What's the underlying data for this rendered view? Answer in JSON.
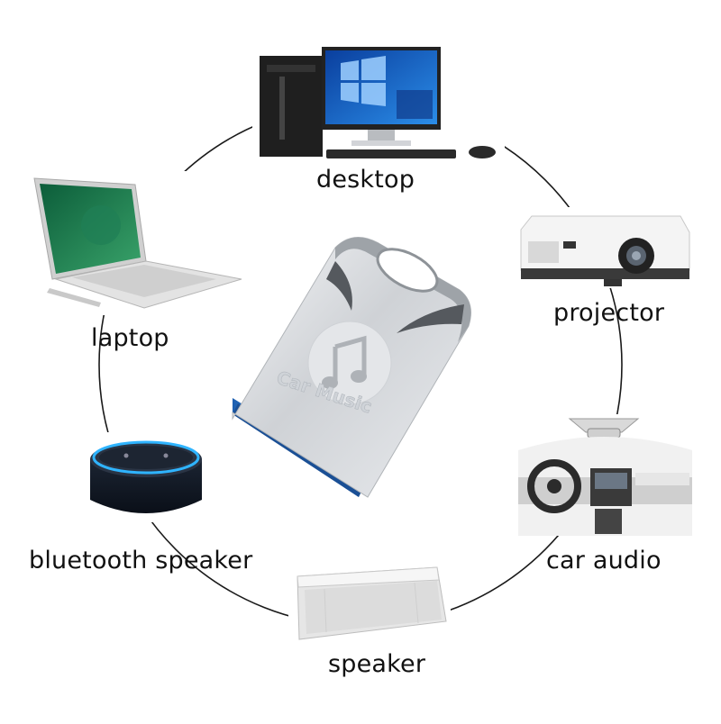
{
  "center_device": {
    "name": "usb-flash-drive",
    "engraving": "Car Music",
    "icon": "music-note-icon"
  },
  "devices": [
    {
      "id": "desktop",
      "label": "desktop",
      "icon": "desktop-computer-icon"
    },
    {
      "id": "projector",
      "label": "projector",
      "icon": "projector-icon"
    },
    {
      "id": "car-audio",
      "label": "car audio",
      "icon": "car-dashboard-icon"
    },
    {
      "id": "speaker",
      "label": "speaker",
      "icon": "speaker-icon"
    },
    {
      "id": "bluetooth-speaker",
      "label": "bluetooth speaker",
      "icon": "smart-speaker-icon"
    },
    {
      "id": "laptop",
      "label": "laptop",
      "icon": "laptop-icon"
    }
  ],
  "colors": {
    "background": "#ffffff",
    "ring": "#1a1a1a",
    "usb_connector": "#2f7fd1",
    "metal": "#c9ccd0",
    "screen_blue": "#1c6fd6",
    "text": "#111111"
  }
}
